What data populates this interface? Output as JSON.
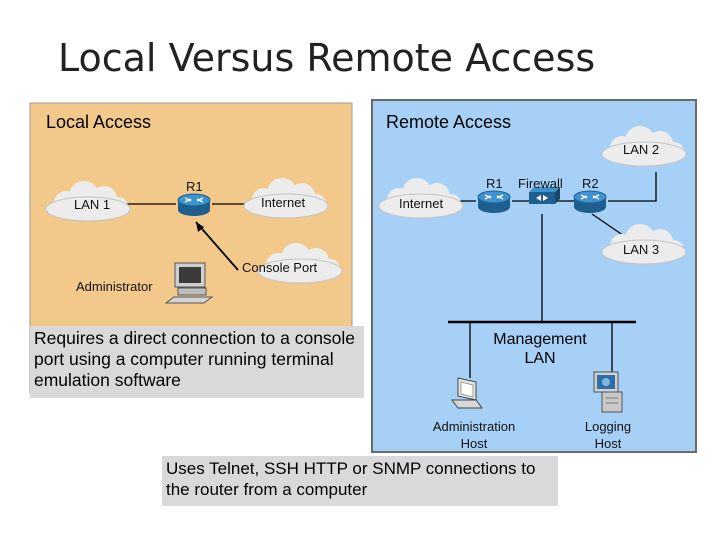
{
  "title": "Local Versus Remote Access",
  "local_panel": {
    "title": "Local Access",
    "lan": "LAN 1",
    "router": "R1",
    "cloud": "Internet",
    "console_port": "Console Port",
    "admin": "Administrator",
    "note": "Requires a direct connection to a console port using a computer running terminal emulation software"
  },
  "remote_panel": {
    "title": "Remote Access",
    "cloud": "Internet",
    "router1": "R1",
    "firewall": "Firewall",
    "router2": "R2",
    "lan2": "LAN 2",
    "lan3": "LAN 3",
    "mgmt_lan": "Management LAN",
    "admin_host": "Administration Host",
    "logging_host": "Logging Host",
    "note": "Uses Telnet, SSH HTTP or SNMP connections to the router from a computer"
  },
  "colors": {
    "local_bg": "#f2c98b",
    "remote_bg": "#a7d0f7",
    "router": "#2f7fb8",
    "note_bg": "#d9d9d9"
  },
  "icons": [
    "cloud-icon",
    "router-icon",
    "firewall-icon",
    "computer-icon",
    "laptop-icon",
    "server-icon"
  ]
}
